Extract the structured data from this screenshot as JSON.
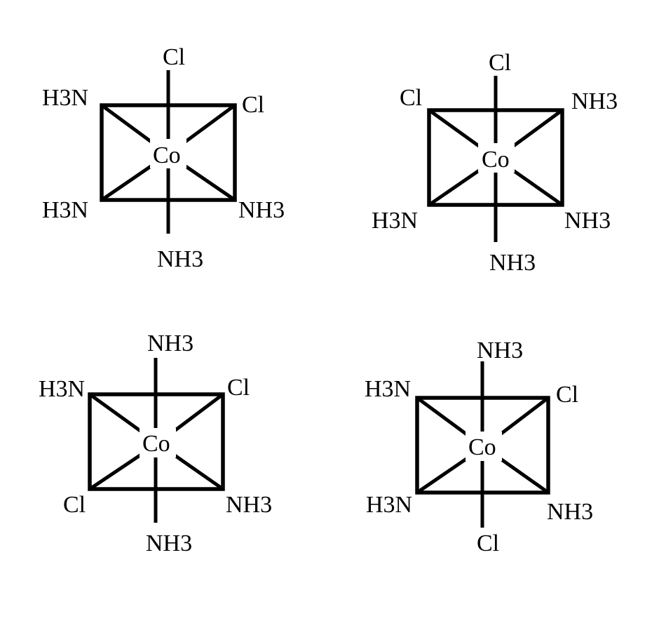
{
  "molecules": [
    {
      "center": "Co",
      "top": "Cl",
      "bottom": "NH3",
      "upper_left": "H3N",
      "upper_right": "Cl",
      "lower_left": "H3N",
      "lower_right": "NH3"
    },
    {
      "center": "Co",
      "top": "Cl",
      "bottom": "NH3",
      "upper_left": "Cl",
      "upper_right": "NH3",
      "lower_left": "H3N",
      "lower_right": "NH3"
    },
    {
      "center": "Co",
      "top": "NH3",
      "bottom": "NH3",
      "upper_left": "H3N",
      "upper_right": "Cl",
      "lower_left": "Cl",
      "lower_right": "NH3"
    },
    {
      "center": "Co",
      "top": "NH3",
      "bottom": "Cl",
      "upper_left": "H3N",
      "upper_right": "Cl",
      "lower_left": "H3N",
      "lower_right": "NH3"
    }
  ]
}
